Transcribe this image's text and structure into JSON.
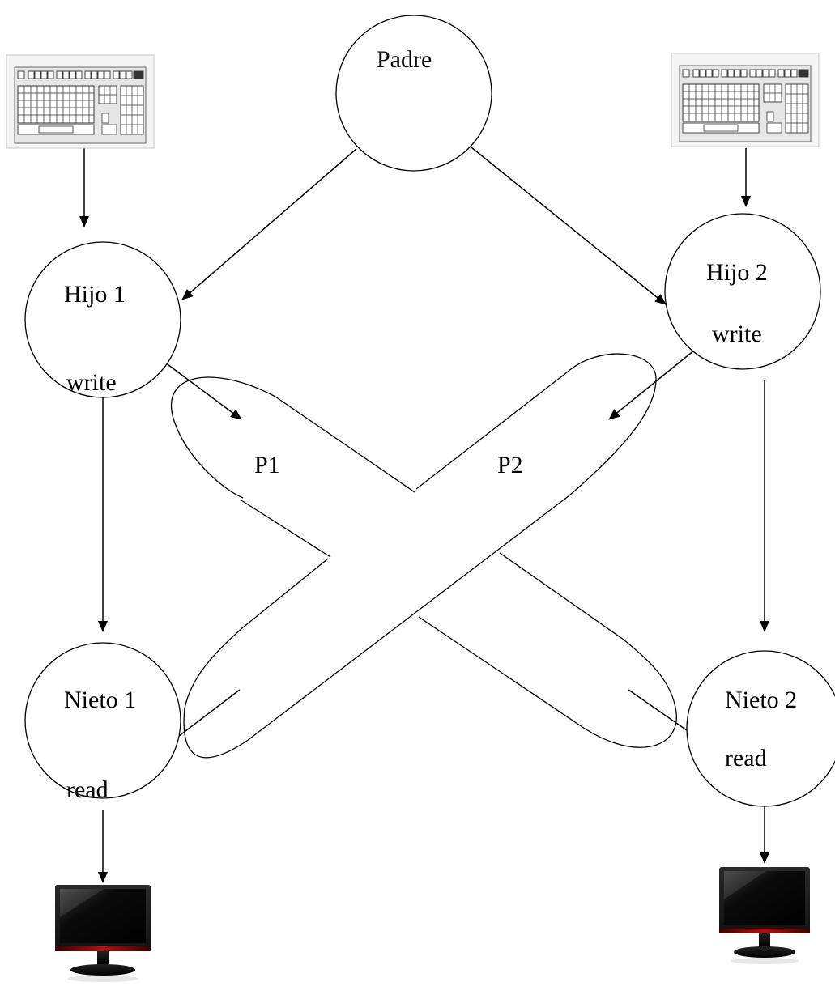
{
  "nodes": {
    "padre": {
      "label": "Padre"
    },
    "hijo1": {
      "label": "Hijo 1",
      "action": "write"
    },
    "hijo2": {
      "label": "Hijo 2",
      "action": "write"
    },
    "nieto1": {
      "label": "Nieto 1",
      "action": "read"
    },
    "nieto2": {
      "label": "Nieto 2",
      "action": "read"
    }
  },
  "pipes": {
    "p1": {
      "label": "P1"
    },
    "p2": {
      "label": "P2"
    }
  },
  "devices": {
    "keyboard_left": {
      "icon": "keyboard-icon"
    },
    "keyboard_right": {
      "icon": "keyboard-icon"
    },
    "monitor_left": {
      "icon": "monitor-icon"
    },
    "monitor_right": {
      "icon": "monitor-icon"
    }
  }
}
